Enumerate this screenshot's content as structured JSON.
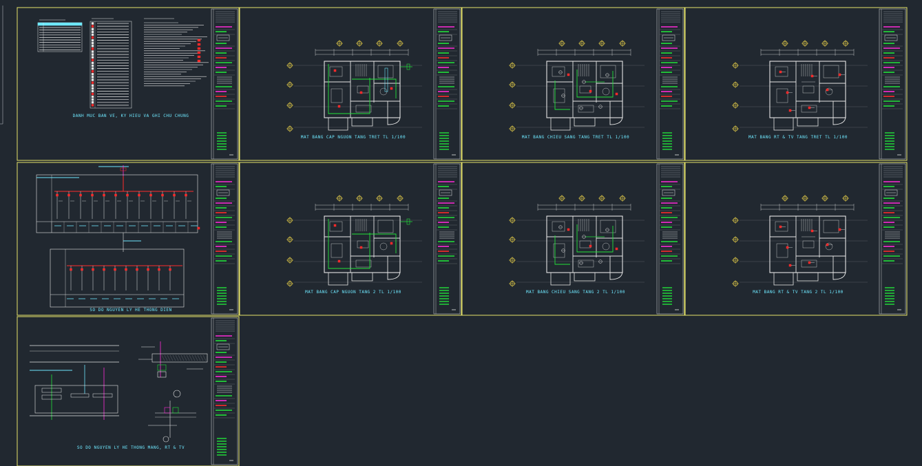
{
  "viewport": {
    "background": "#212830"
  },
  "colors": {
    "frame": "#e8e56a",
    "cyan": "#6fe8ff",
    "white": "#e6e6e6",
    "green": "#22e33a",
    "magenta": "#ff2bd9",
    "red": "#ff2b2b",
    "grey": "#8a8f96",
    "yellow": "#f2d84a"
  },
  "sheets": [
    {
      "id": "legend",
      "kind": "legend",
      "title": "DANH MUC BAN VE, KY HIEU VA GHI CHU CHUNG"
    },
    {
      "id": "plan-1-power",
      "kind": "plan",
      "variant": "power",
      "title": "MAT BANG CAP NGUON TANG TRET TL 1/100"
    },
    {
      "id": "plan-1-light",
      "kind": "plan",
      "variant": "light",
      "title": "MAT BANG CHIEU SANG TANG TRET TL 1/100"
    },
    {
      "id": "plan-1-tv",
      "kind": "plan",
      "variant": "tv",
      "title": "MAT BANG RT & TV TANG TRET TL 1/100"
    },
    {
      "id": "riser-power",
      "kind": "riser",
      "title": "SO DO NGUYEN LY HE THONG DIEN"
    },
    {
      "id": "plan-2-power",
      "kind": "plan",
      "variant": "power",
      "title": "MAT BANG CAP NGUON TANG 2 TL 1/100"
    },
    {
      "id": "plan-2-light",
      "kind": "plan",
      "variant": "light",
      "title": "MAT BANG CHIEU SANG TANG 2 TL 1/100"
    },
    {
      "id": "plan-2-tv",
      "kind": "plan",
      "variant": "tv",
      "title": "MAT BANG RT & TV TANG 2 TL 1/100"
    },
    {
      "id": "riser-tv",
      "kind": "detail",
      "title": "SO DO NGUYEN LY HE THONG MANG, RT & TV"
    }
  ]
}
